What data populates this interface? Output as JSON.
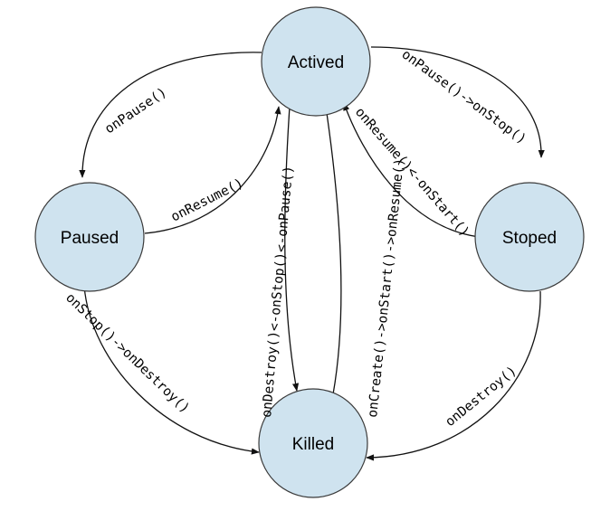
{
  "states": {
    "actived": "Actived",
    "paused": "Paused",
    "stoped": "Stoped",
    "killed": "Killed"
  },
  "transitions": {
    "actived_to_paused": "onPause()",
    "paused_to_actived": "onResume()",
    "actived_to_stoped": "onPause()->onStop()",
    "stoped_to_actived": "onResume()<-onStart()",
    "actived_to_killed": "onDestroy()<-onStop()<-onPause()",
    "killed_to_actived": "onCreate()->onStart()->onResume()",
    "paused_to_killed": "onStop()->onDestroy()",
    "stoped_to_killed": "onDestroy()"
  },
  "colors": {
    "state_fill": "#cfe3ef",
    "line": "#111111"
  }
}
